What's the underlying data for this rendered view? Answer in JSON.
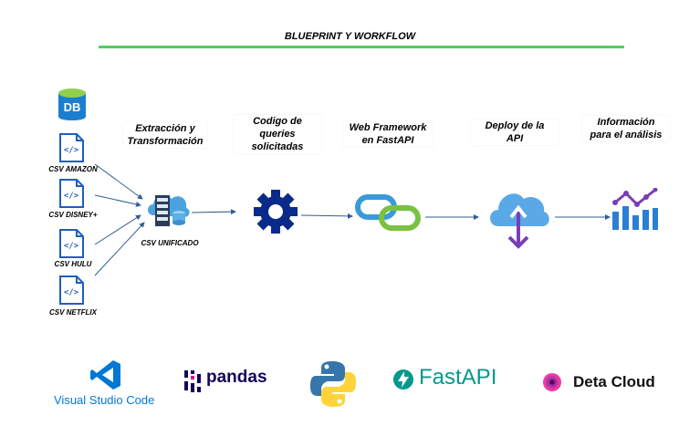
{
  "title": "BLUEPRINT Y WORKFLOW",
  "db_icon_text": "DB",
  "sources": [
    {
      "label": "CSV AMAZON",
      "icon": "code-file-icon"
    },
    {
      "label": "CSV DISNEY+",
      "icon": "code-file-icon"
    },
    {
      "label": "CSV HULU",
      "icon": "code-file-icon"
    },
    {
      "label": "CSV NETFLIX",
      "icon": "code-file-icon"
    }
  ],
  "stages": [
    {
      "label": "Extracción y\nTransformación",
      "icon": "cloud-server-icon",
      "caption": "CSV UNIFICADO"
    },
    {
      "label": "Codigo de\nqueries\nsolicitadas",
      "icon": "gear-icon"
    },
    {
      "label": "Web Framework\nen FastAPI",
      "icon": "link-icon"
    },
    {
      "label": "Deploy de la\nAPI",
      "icon": "cloud-upload-icon"
    },
    {
      "label": "Información\npara el análisis",
      "icon": "analytics-chart-icon"
    }
  ],
  "logos": {
    "vscode": "Visual Studio Code",
    "pandas": "pandas",
    "python": "python-logo",
    "fastapi": "FastAPI",
    "deta": "Deta Cloud"
  },
  "colors": {
    "accent_green": "#4fcf5f",
    "icon_blue": "#1e5fbf",
    "navy": "#0a2a8a",
    "azure": "#3a9ad9",
    "link_green": "#7ac142",
    "purple": "#7a3db8",
    "fastapi_teal": "#05998b",
    "vscode_blue": "#0078d4",
    "pandas_navy": "#150458"
  }
}
